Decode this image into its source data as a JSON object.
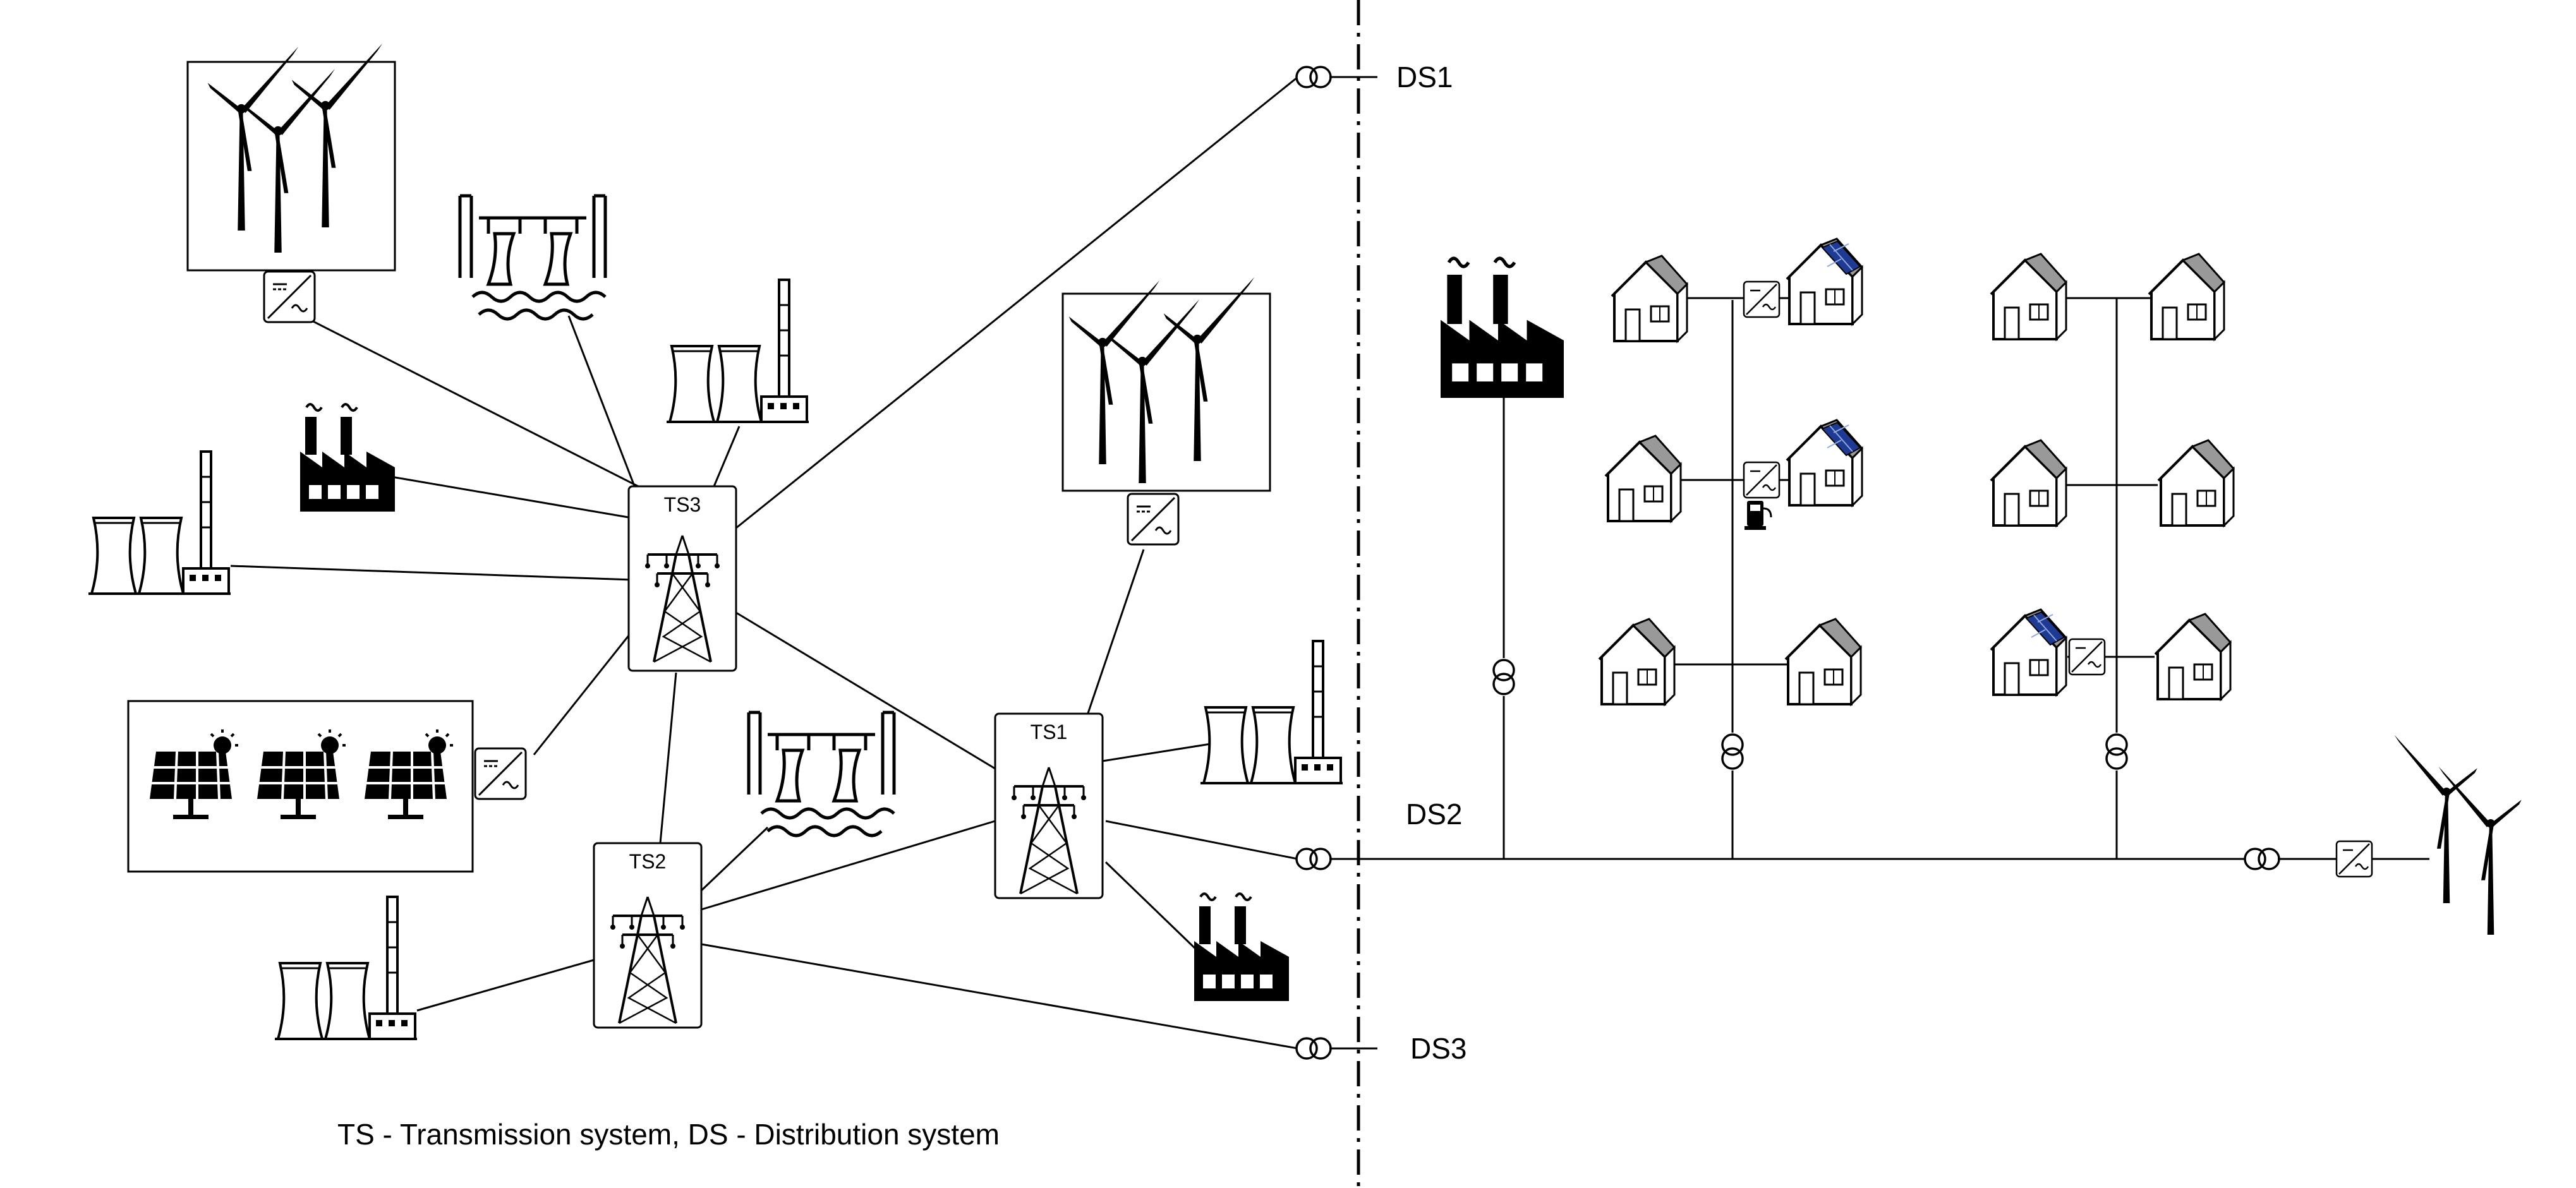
{
  "labels": {
    "ds1": "DS1",
    "ds2": "DS2",
    "ds3": "DS3",
    "ts1": "TS1",
    "ts2": "TS2",
    "ts3": "TS3"
  },
  "caption": "TS - Transmission system, DS - Distribution system",
  "icons": [
    "wind-turbine-icon",
    "hydro-dam-icon",
    "power-plant-icon",
    "factory-icon",
    "solar-panel-icon",
    "inverter-icon",
    "transmission-tower-icon",
    "transformer-icon",
    "house-icon",
    "solar-house-icon",
    "ev-charger-icon"
  ]
}
